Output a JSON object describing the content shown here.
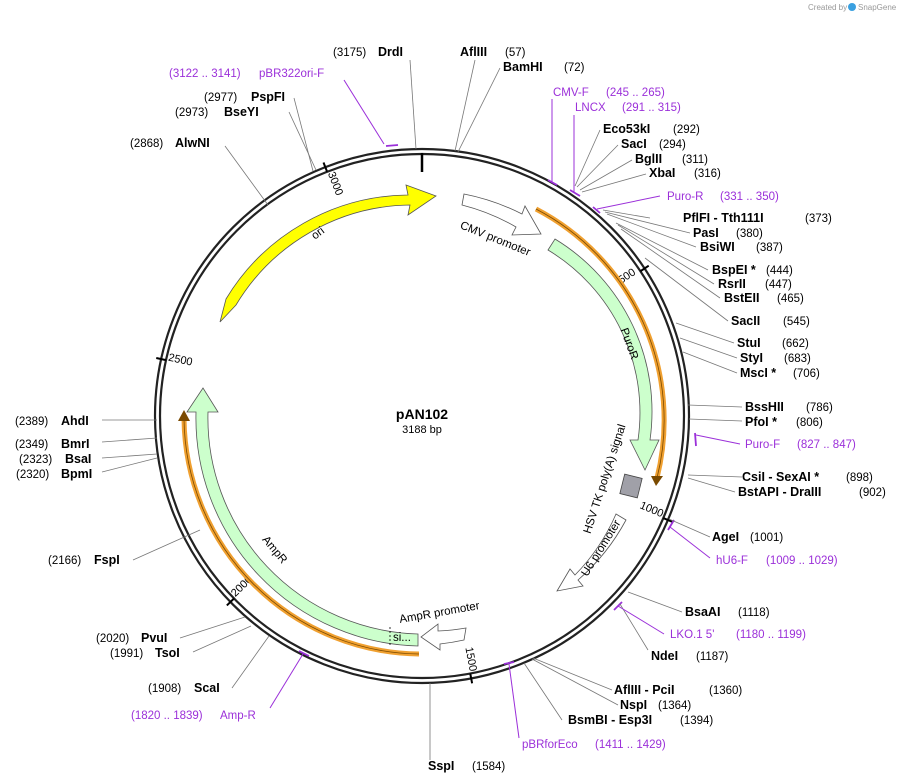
{
  "credit": "Created by",
  "brand": "SnapGene",
  "plasmid": {
    "name": "pAN102",
    "size": "3188 bp",
    "length": 3188
  },
  "ticks": [
    "3000",
    "500",
    "1000",
    "1500",
    "2000",
    "2500"
  ],
  "tick_positions": [
    3000,
    500,
    1000,
    1500,
    2000,
    2500
  ],
  "features": [
    {
      "id": "ori",
      "label": "ori",
      "color": "#FFFF00"
    },
    {
      "id": "cmv",
      "label": "CMV promoter",
      "color": "#FFFFFF"
    },
    {
      "id": "puror",
      "label": "PuroR",
      "color": "#CCFFCC"
    },
    {
      "id": "hsv",
      "label": "HSV TK poly(A) signal",
      "color": "#999999"
    },
    {
      "id": "u6",
      "label": "U6 promoter",
      "color": "#FFFFFF"
    },
    {
      "id": "ampr",
      "label": "AmpR",
      "color": "#CCFFCC"
    },
    {
      "id": "amprprom",
      "label": "AmpR promoter",
      "color": "#FFFFFF"
    },
    {
      "id": "si",
      "label": "si...",
      "color": "#CCFFCC"
    }
  ],
  "enzymes": [
    {
      "name": "DrdI",
      "pos": "(3175)"
    },
    {
      "name": "AflIII",
      "pos": "(57)"
    },
    {
      "name": "BamHI",
      "pos": "(72)"
    },
    {
      "name": "Eco53kI",
      "pos": "(292)"
    },
    {
      "name": "SacI",
      "pos": "(294)"
    },
    {
      "name": "BglII",
      "pos": "(311)"
    },
    {
      "name": "XbaI",
      "pos": "(316)"
    },
    {
      "name": "PflFI - Tth111I",
      "pos": "(373)"
    },
    {
      "name": "PasI",
      "pos": "(380)"
    },
    {
      "name": "BsiWI",
      "pos": "(387)"
    },
    {
      "name": "BspEI *",
      "pos": "(444)"
    },
    {
      "name": "RsrII",
      "pos": "(447)"
    },
    {
      "name": "BstEII",
      "pos": "(465)"
    },
    {
      "name": "SacII",
      "pos": "(545)"
    },
    {
      "name": "StuI",
      "pos": "(662)"
    },
    {
      "name": "StyI",
      "pos": "(683)"
    },
    {
      "name": "MscI *",
      "pos": "(706)"
    },
    {
      "name": "BssHII",
      "pos": "(786)"
    },
    {
      "name": "PfoI *",
      "pos": "(806)"
    },
    {
      "name": "CsiI - SexAI *",
      "pos": "(898)"
    },
    {
      "name": "BstAPI - DraIII",
      "pos": "(902)"
    },
    {
      "name": "AgeI",
      "pos": "(1001)"
    },
    {
      "name": "BsaAI",
      "pos": "(1118)"
    },
    {
      "name": "NdeI",
      "pos": "(1187)"
    },
    {
      "name": "AflIII - PciI",
      "pos": "(1360)"
    },
    {
      "name": "NspI",
      "pos": "(1364)"
    },
    {
      "name": "BsmBI - Esp3I",
      "pos": "(1394)"
    },
    {
      "name": "SspI",
      "pos": "(1584)"
    },
    {
      "name": "ScaI",
      "pos": "(1908)"
    },
    {
      "name": "TsoI",
      "pos": "(1991)"
    },
    {
      "name": "PvuI",
      "pos": "(2020)"
    },
    {
      "name": "FspI",
      "pos": "(2166)"
    },
    {
      "name": "BpmI",
      "pos": "(2320)"
    },
    {
      "name": "BsaI",
      "pos": "(2323)"
    },
    {
      "name": "BmrI",
      "pos": "(2349)"
    },
    {
      "name": "AhdI",
      "pos": "(2389)"
    },
    {
      "name": "AlwNI",
      "pos": "(2868)"
    },
    {
      "name": "BseYI",
      "pos": "(2973)"
    },
    {
      "name": "PspFI",
      "pos": "(2977)"
    }
  ],
  "primers": [
    {
      "name": "pBR322ori-F",
      "range": "(3122 .. 3141)"
    },
    {
      "name": "CMV-F",
      "range": "(245 .. 265)"
    },
    {
      "name": "LNCX",
      "range": "(291 .. 315)"
    },
    {
      "name": "Puro-R",
      "range": "(331 .. 350)"
    },
    {
      "name": "Puro-F",
      "range": "(827 .. 847)"
    },
    {
      "name": "hU6-F",
      "range": "(1009 .. 1029)"
    },
    {
      "name": "LKO.1 5'",
      "range": "(1180 .. 1199)"
    },
    {
      "name": "pBRforEco",
      "range": "(1411 .. 1429)"
    },
    {
      "name": "Amp-R",
      "range": "(1820 .. 1839)"
    }
  ]
}
